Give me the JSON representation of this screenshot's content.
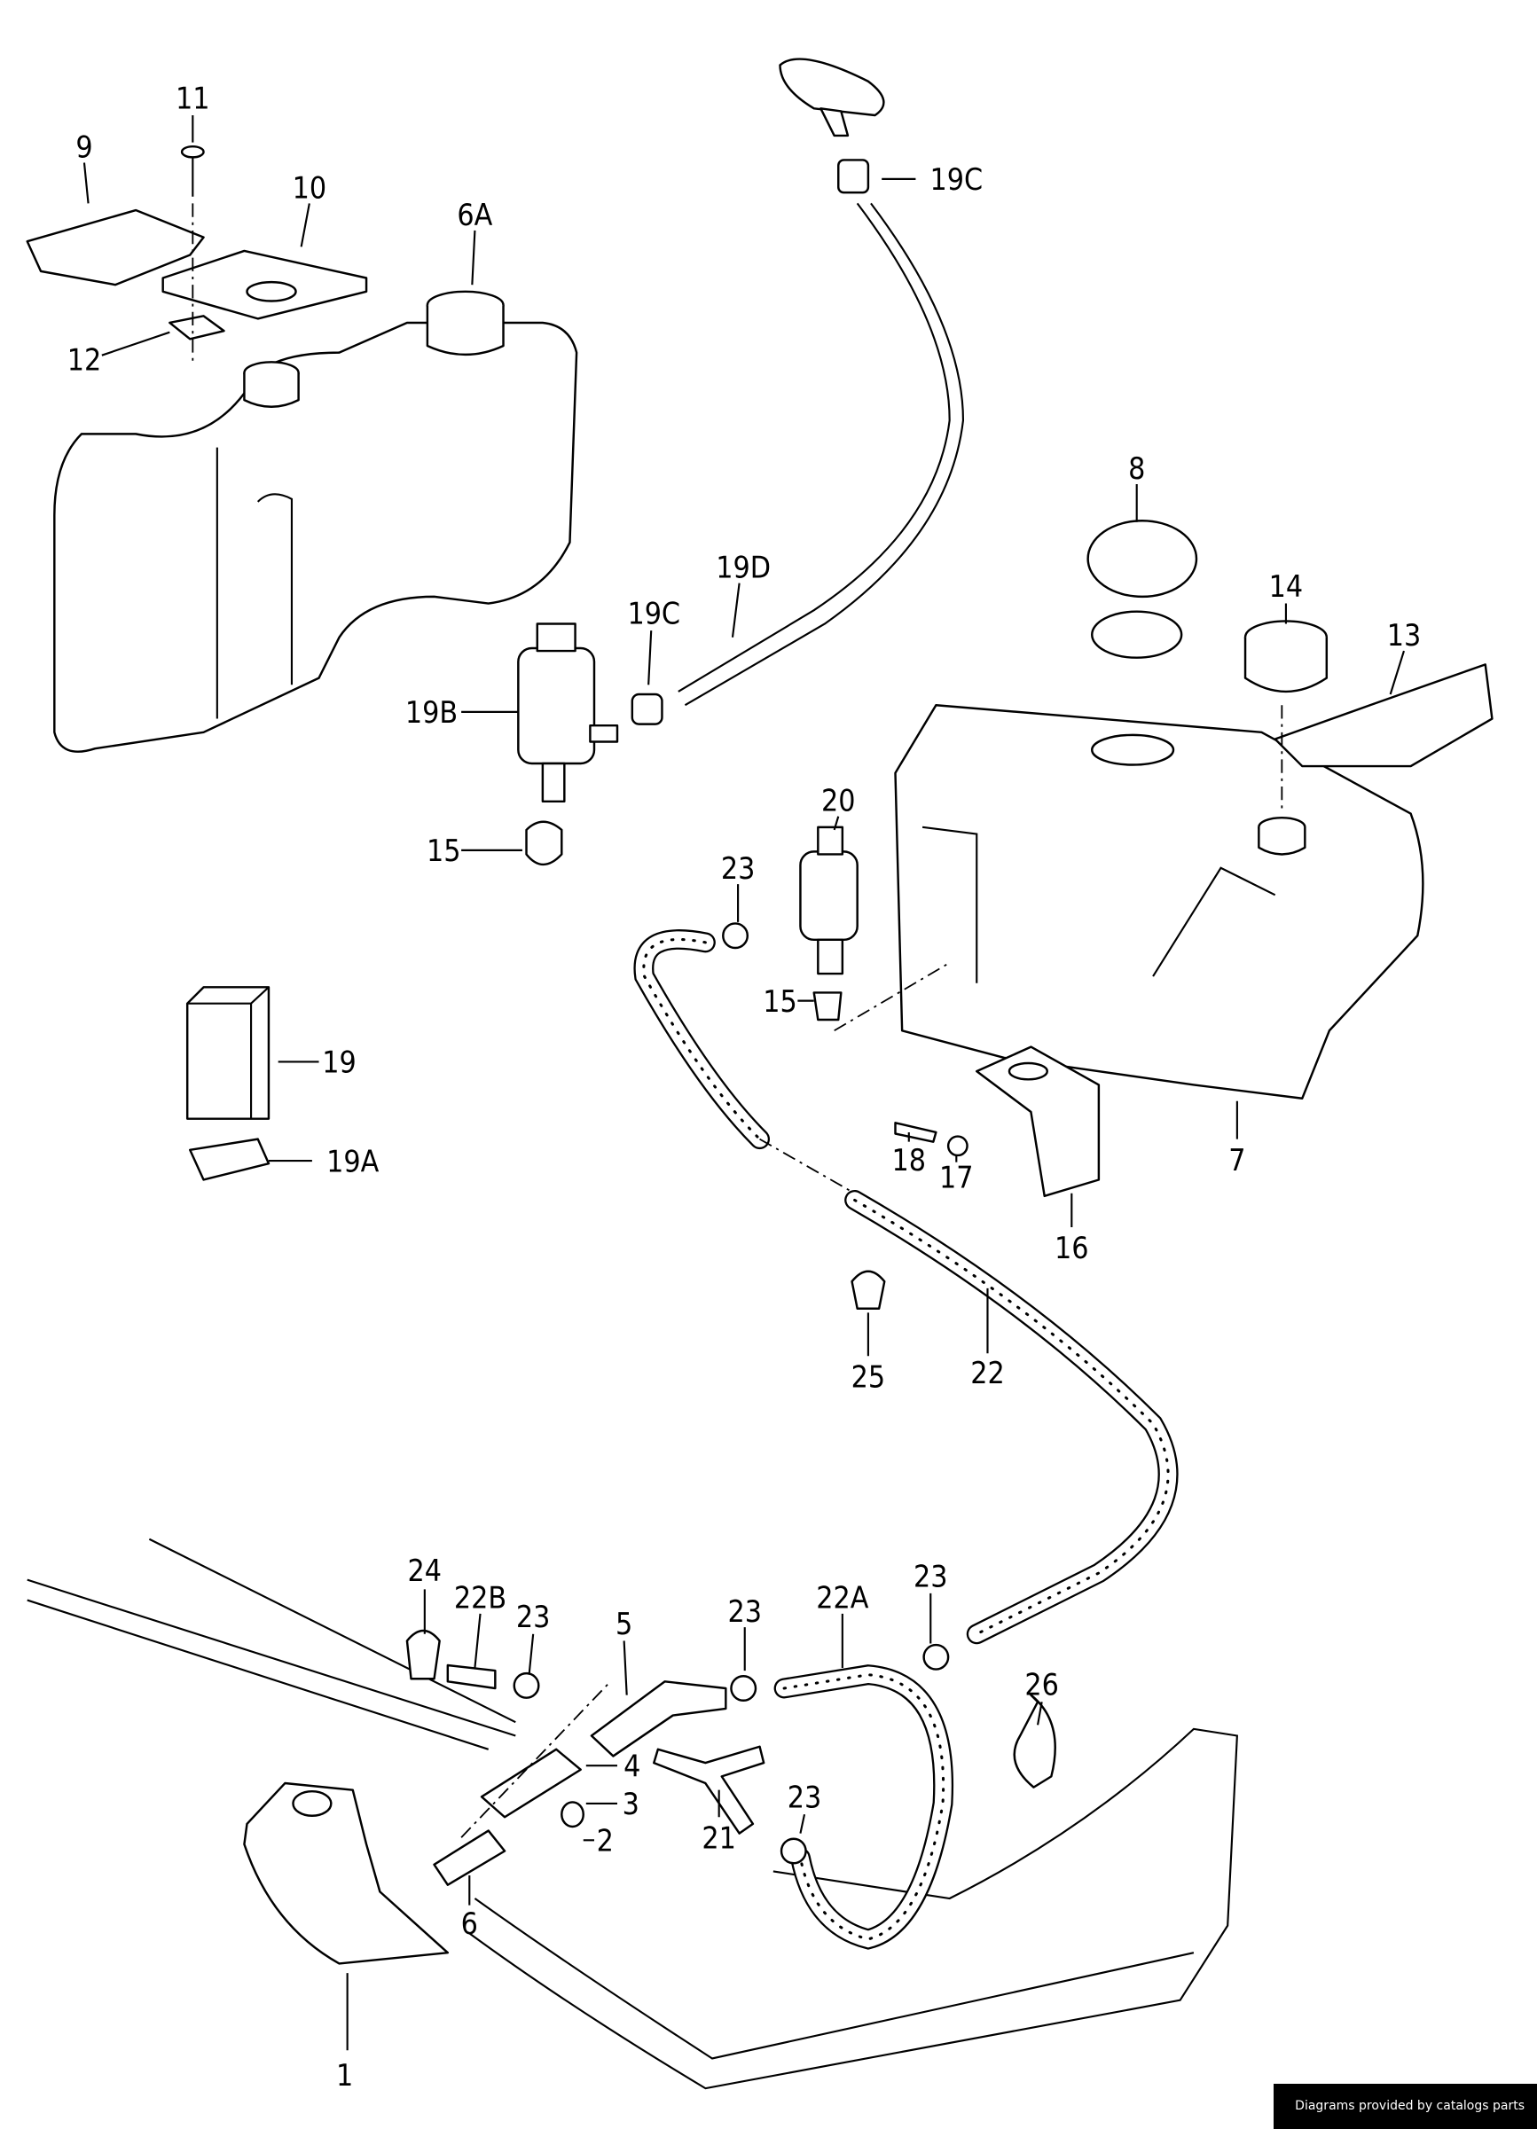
{
  "labels": [
    "11",
    "9",
    "10",
    "6A",
    "12",
    "19C",
    "8",
    "19D",
    "19C",
    "14",
    "13",
    "19B",
    "15",
    "20",
    "23",
    "15",
    "19",
    "19A",
    "18",
    "17",
    "7",
    "16",
    "25",
    "22",
    "24",
    "22B",
    "23",
    "5",
    "23",
    "22A",
    "23",
    "26",
    "4",
    "3",
    "2",
    "21",
    "23",
    "6",
    "1"
  ],
  "credit": "Diagrams provided by catalogs parts"
}
